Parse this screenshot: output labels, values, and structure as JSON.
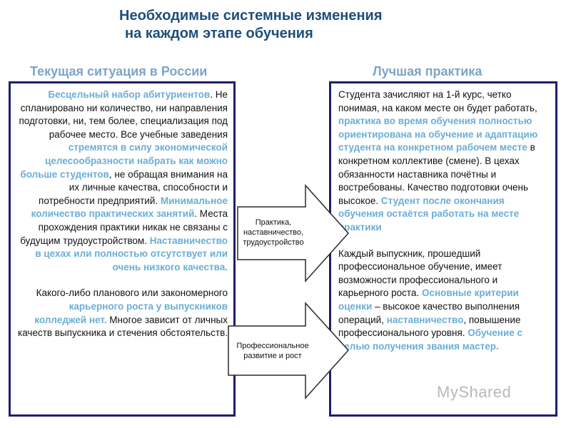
{
  "title": {
    "line1": "Необходимые системные изменения",
    "line2": "на каждом этапе обучения"
  },
  "left": {
    "heading": "Текущая ситуация в России",
    "para1": [
      {
        "t": "Бесцельный набор абитуриентов",
        "hl": true
      },
      {
        "t": ". Не спланировано ни количество, ни направления подготовки, ни, тем более, специализация под рабочее место. Все учебные заведения ",
        "hl": false
      },
      {
        "t": "стремятся в силу экономической целесообразности набрать как можно больше студентов",
        "hl": true
      },
      {
        "t": ", не обращая внимания на их личные качества, способности и потребности предприятий. ",
        "hl": false
      },
      {
        "t": "Минимальное количество практических занятий",
        "hl": true
      },
      {
        "t": ". Места прохождения практики никак не связаны с будущим трудоустройством. ",
        "hl": false
      },
      {
        "t": "Наставничество в цехах или полностью отсутствует или очень низкого качества.",
        "hl": true
      }
    ],
    "para2": [
      {
        "t": "Какого-либо планового или закономерного ",
        "hl": false
      },
      {
        "t": "карьерного роста у выпускников колледжей нет.",
        "hl": true
      },
      {
        "t": " Многое зависит от личных качеств выпускника и стечения обстоятельств.",
        "hl": false
      }
    ]
  },
  "right": {
    "heading": "Лучшая практика",
    "para1": [
      {
        "t": "Студента зачисляют на 1-й курс, четко понимая, на каком месте он будет работать, ",
        "hl": false
      },
      {
        "t": "практика во время обучения полностью ориентирована на обучение и адаптацию студента на конкретном рабочем месте",
        "hl": true
      },
      {
        "t": " в конкретном коллективе (смене). В цехах обязанности наставника почётны и востребованы. Качество подготовки очень высокое. ",
        "hl": false
      },
      {
        "t": "Студент после окончания обучения остаётся работать на месте практики",
        "hl": true
      }
    ],
    "para2": [
      {
        "t": "Каждый выпускник, прошедший профессиональное обучение, имеет возможности профессионального и карьерного роста. ",
        "hl": false
      },
      {
        "t": "Основные критерии оценки",
        "hl": true
      },
      {
        "t": " – высокое качество выполнения операций, ",
        "hl": false
      },
      {
        "t": "наставничество",
        "hl": true
      },
      {
        "t": ", повышение профессионального уровня. ",
        "hl": false
      },
      {
        "t": "Обучение с целью получения звания мастер.",
        "hl": true
      }
    ]
  },
  "arrows": {
    "top_label": "Практика, наставничество, трудоустройство",
    "bottom_label": "Профессиональное развитие и рост"
  },
  "watermark": "MyShared",
  "colors": {
    "title": "#1f4e79",
    "heading": "#7da5c8",
    "highlight": "#6aaed6",
    "border": "#1d1f6e"
  }
}
